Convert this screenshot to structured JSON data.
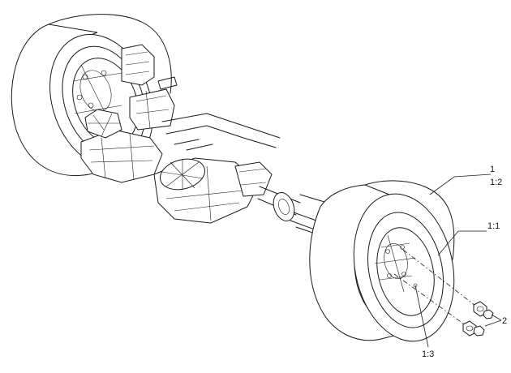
{
  "callouts": {
    "c1": "1",
    "c1_2": "1:2",
    "c1_1": "1:1",
    "c2": "2",
    "c1_3": "1:3"
  }
}
